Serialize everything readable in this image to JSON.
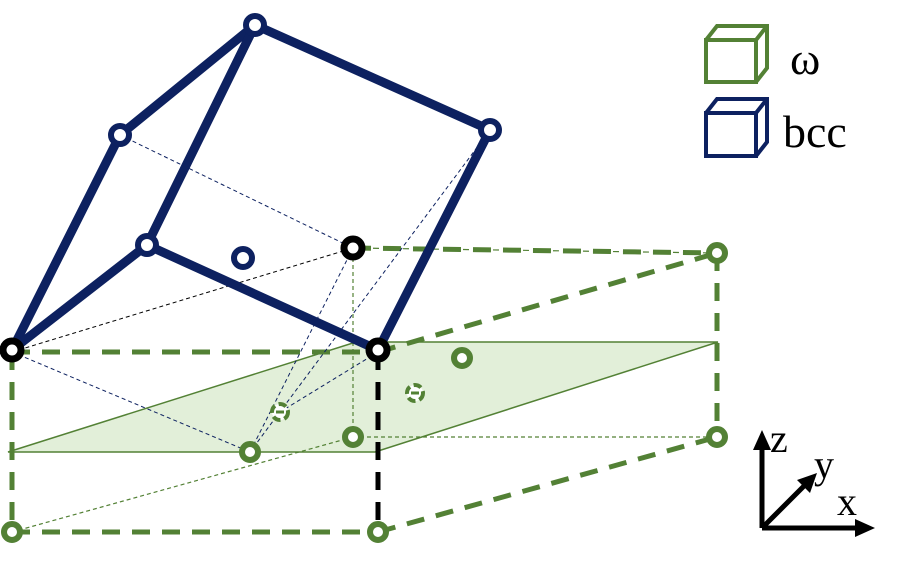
{
  "legend": {
    "omega": {
      "label": "ω",
      "color": "#538135"
    },
    "bcc": {
      "label": "bcc",
      "color": "#0d2160"
    }
  },
  "axes": {
    "z": "z",
    "y": "y",
    "x": "x"
  },
  "colors": {
    "omega": "#538135",
    "bcc": "#0d2160",
    "shared": "#000000",
    "plane_fill": "#e2efd9"
  },
  "icons": [
    "omega-cube-icon",
    "bcc-cube-icon",
    "axes-triad-icon"
  ]
}
